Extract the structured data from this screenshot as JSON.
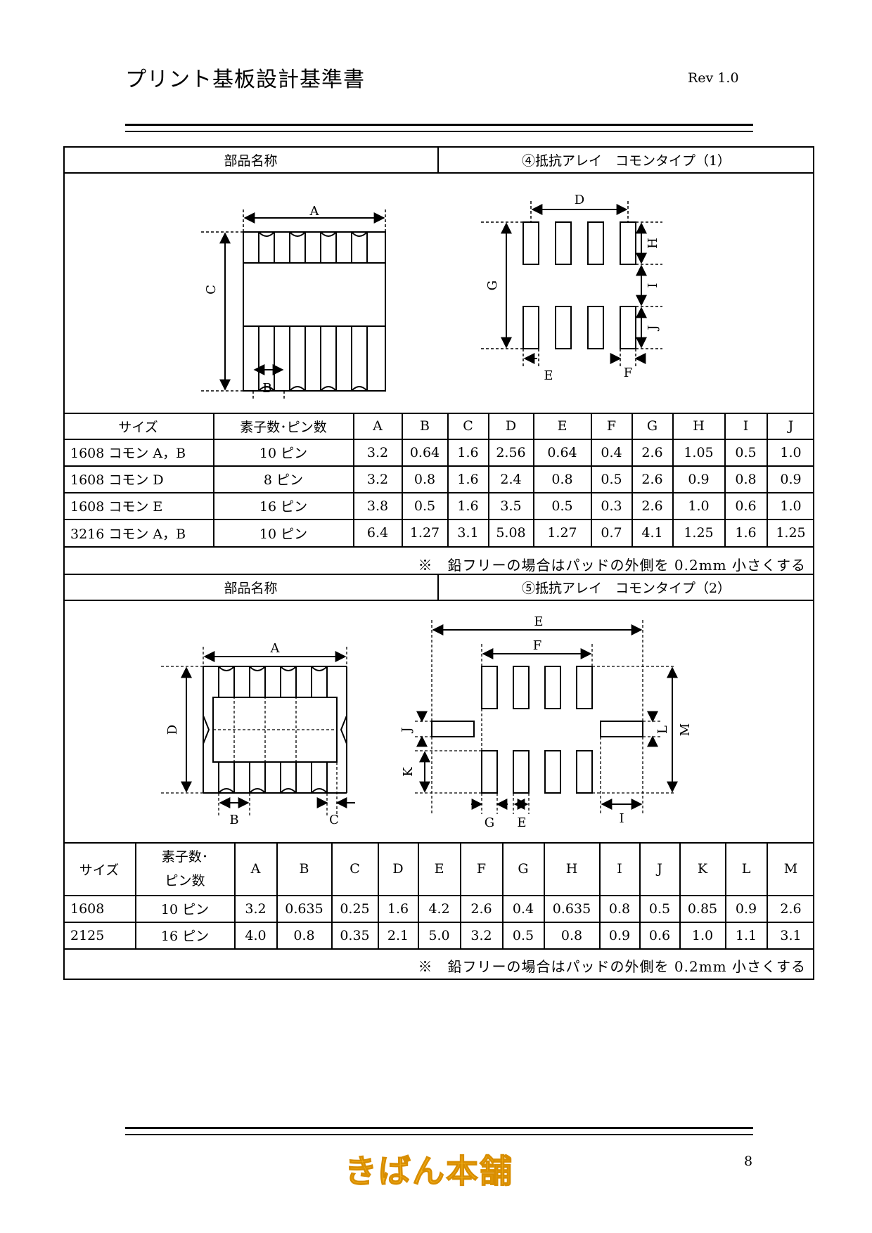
{
  "header": {
    "title": "プリント基板設計基準書",
    "rev": "Rev 1.0"
  },
  "section1": {
    "name_label": "部品名称",
    "name_value": "④抵抗アレイ　コモンタイプ（1）",
    "fig": {
      "A": "A",
      "B": "B",
      "C": "C",
      "D": "D",
      "E": "E",
      "F": "F",
      "G": "G",
      "H": "H",
      "I": "I",
      "J": "J"
    },
    "columns": [
      "サイズ",
      "素子数･ピン数",
      "A",
      "B",
      "C",
      "D",
      "E",
      "F",
      "G",
      "H",
      "I",
      "J"
    ],
    "rows": [
      [
        "1608 コモン A，B",
        "10 ピン",
        "3.2",
        "0.64",
        "1.6",
        "2.56",
        "0.64",
        "0.4",
        "2.6",
        "1.05",
        "0.5",
        "1.0"
      ],
      [
        "1608 コモン D",
        "8 ピン",
        "3.2",
        "0.8",
        "1.6",
        "2.4",
        "0.8",
        "0.5",
        "2.6",
        "0.9",
        "0.8",
        "0.9"
      ],
      [
        "1608 コモン E",
        "16 ピン",
        "3.8",
        "0.5",
        "1.6",
        "3.5",
        "0.5",
        "0.3",
        "2.6",
        "1.0",
        "0.6",
        "1.0"
      ],
      [
        "3216 コモン A，B",
        "10 ピン",
        "6.4",
        "1.27",
        "3.1",
        "5.08",
        "1.27",
        "0.7",
        "4.1",
        "1.25",
        "1.6",
        "1.25"
      ]
    ],
    "note": "※　鉛フリーの場合はパッドの外側を 0.2mm 小さくする"
  },
  "section2": {
    "name_label": "部品名称",
    "name_value": "⑤抵抗アレイ　コモンタイプ（2）",
    "fig": {
      "A": "A",
      "B": "B",
      "C": "C",
      "D": "D",
      "E": "E",
      "F": "F",
      "G": "G",
      "I": "I",
      "J": "J",
      "K": "K",
      "L": "L",
      "M": "M"
    },
    "columns": [
      "サイズ",
      "素子数･ピン数",
      "A",
      "B",
      "C",
      "D",
      "E",
      "F",
      "G",
      "H",
      "I",
      "J",
      "K",
      "L",
      "M"
    ],
    "col0_line1": "素子数･",
    "col0_line2": "ピン数",
    "rows": [
      [
        "1608",
        "10 ピン",
        "3.2",
        "0.635",
        "0.25",
        "1.6",
        "4.2",
        "2.6",
        "0.4",
        "0.635",
        "0.8",
        "0.5",
        "0.85",
        "0.9",
        "2.6"
      ],
      [
        "2125",
        "16 ピン",
        "4.0",
        "0.8",
        "0.35",
        "2.1",
        "5.0",
        "3.2",
        "0.5",
        "0.8",
        "0.9",
        "0.6",
        "1.0",
        "1.1",
        "3.1"
      ]
    ],
    "note": "※　鉛フリーの場合はパッドの外側を 0.2mm 小さくする"
  },
  "footer": {
    "page": "8",
    "logo": "きばん本舗"
  },
  "colors": {
    "logo": "#f3b21c"
  }
}
